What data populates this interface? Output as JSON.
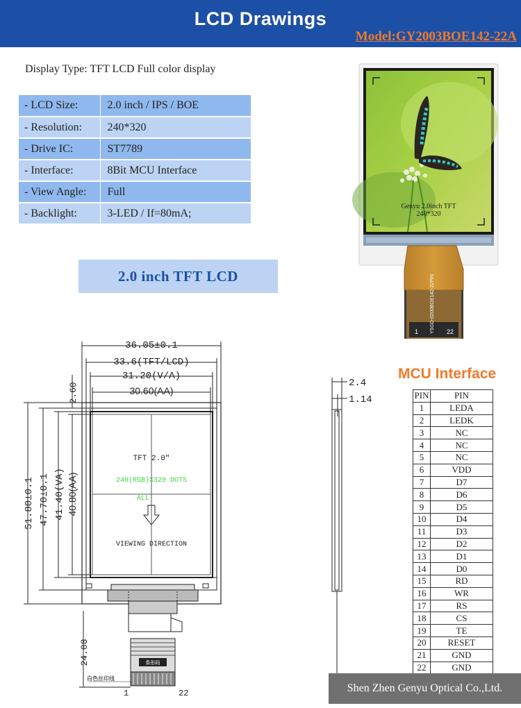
{
  "header": {
    "title": "LCD Drawings",
    "model": "Model:GY2003BOE142-22A"
  },
  "display_type": "Display Type: TFT LCD Full color display",
  "specs": [
    {
      "key": "- LCD Size:",
      "value": "2.0 inch  / IPS / BOE"
    },
    {
      "key": "- Resolution:",
      "value": "240*320"
    },
    {
      "key": "- Drive IC:",
      "value": "ST7789"
    },
    {
      "key": "- Interface:",
      "value": "8Bit MCU Interface"
    },
    {
      "key": "- View Angle:",
      "value": "Full"
    },
    {
      "key": "- Backlight:",
      "value": "3-LED / If=80mA;"
    }
  ],
  "subtitle": "2.0 inch TFT LCD",
  "photo": {
    "caption_line1": "Genyu  2.0inch TFT",
    "caption_line2": "240*320",
    "fpc_code": "YSGD-0200BOE142-22PIN",
    "pin_first": "1",
    "pin_last": "22"
  },
  "drawing": {
    "dim_top1": "36.05±0.1",
    "dim_top2": "33.6(TFT/LCD)",
    "dim_top3": "31.20(V/A)",
    "dim_top4": "30.60(AA)",
    "dim_left1": "51.80±0.1",
    "dim_left2": "47.70±0.1",
    "dim_left3": "41.40(VA)",
    "dim_left4": "40.80(AA)",
    "dim_gap": "2.60",
    "dim_fpc": "24.08",
    "screen_title": "TFT 2.0\"",
    "screen_res": "240(RGB)X320 DOTS",
    "screen_all": "ALL",
    "screen_dir": "VIEWING DIRECTION",
    "silk_label": "白色丝印线",
    "fpc_label": "条形码",
    "pin_first": "1",
    "pin_last": "22"
  },
  "side": {
    "dim1": "2.4",
    "dim2": "1.14"
  },
  "mcu": {
    "title": "MCU Interface",
    "headers": [
      "PIN",
      "PIN"
    ],
    "pins": [
      [
        "1",
        "LEDA"
      ],
      [
        "2",
        "LEDK"
      ],
      [
        "3",
        "NC"
      ],
      [
        "4",
        "NC"
      ],
      [
        "5",
        "NC"
      ],
      [
        "6",
        "VDD"
      ],
      [
        "7",
        "D7"
      ],
      [
        "8",
        "D6"
      ],
      [
        "9",
        "D5"
      ],
      [
        "10",
        "D4"
      ],
      [
        "11",
        "D3"
      ],
      [
        "12",
        "D2"
      ],
      [
        "13",
        "D1"
      ],
      [
        "14",
        "D0"
      ],
      [
        "15",
        "RD"
      ],
      [
        "16",
        "WR"
      ],
      [
        "17",
        "RS"
      ],
      [
        "18",
        "CS"
      ],
      [
        "19",
        "TE"
      ],
      [
        "20",
        "RESET"
      ],
      [
        "21",
        "GND"
      ],
      [
        "22",
        "GND"
      ]
    ]
  },
  "footer": "Shen Zhen Genyu Optical Co.,Ltd.",
  "colors": {
    "header_bg": "#1c4fa6",
    "accent": "#f07a2a",
    "table_dark": "#8fb8ee",
    "table_light": "#bcd3f3"
  }
}
